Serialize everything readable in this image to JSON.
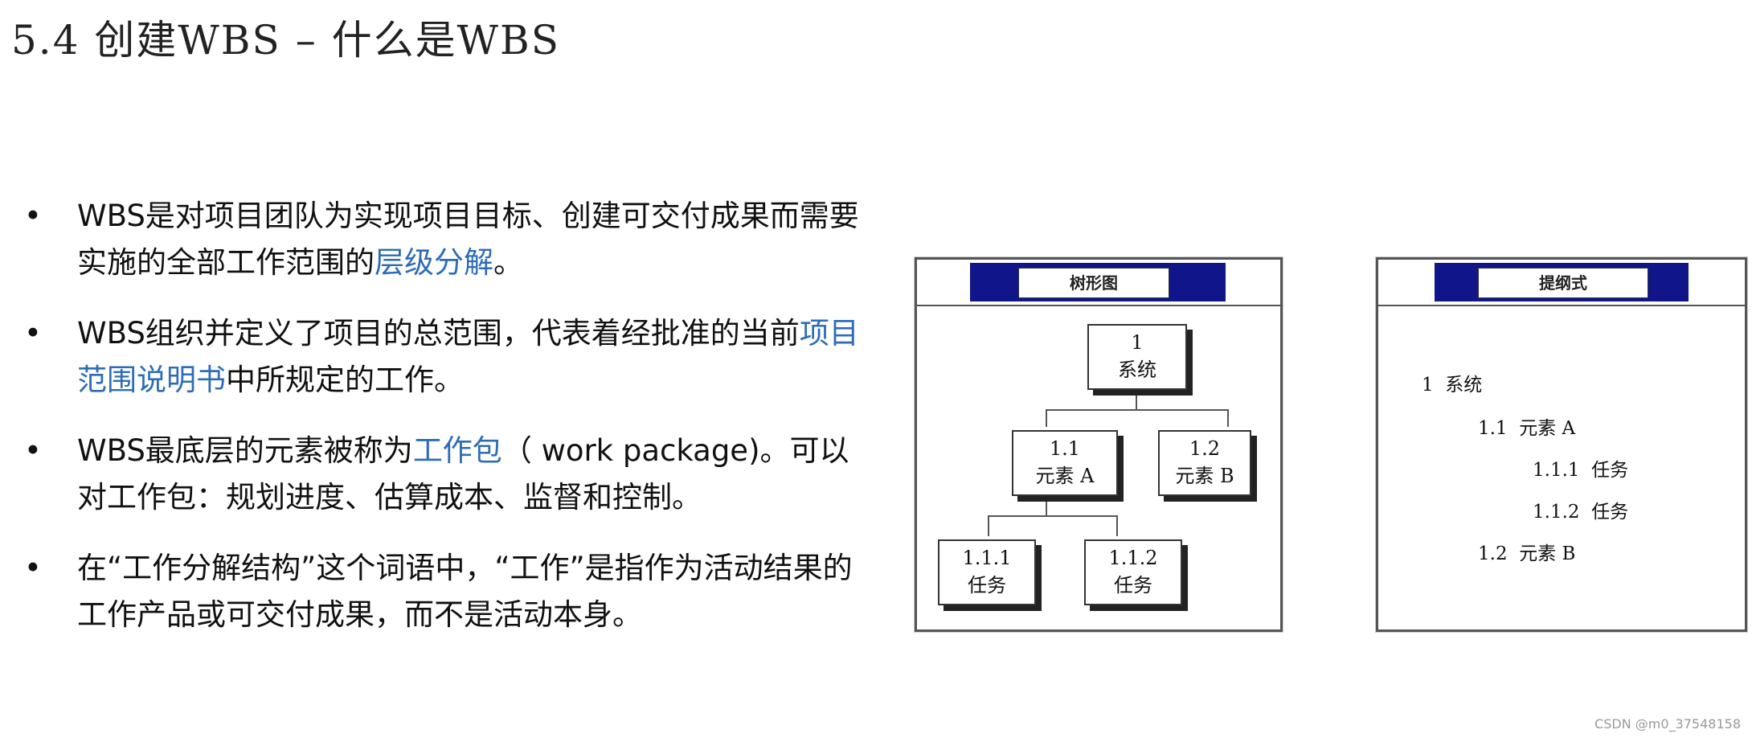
{
  "title": "5.4  创建WBS  –  什么是WBS",
  "bullets": [
    {
      "parts": [
        {
          "text": "WBS是对项目团队为实现项目目标、创建可交付成果而需要实施的全部工作范围的",
          "hl": false
        },
        {
          "text": "层级分解",
          "hl": true
        },
        {
          "text": "。",
          "hl": false
        }
      ]
    },
    {
      "parts": [
        {
          "text": "WBS组织并定义了项目的总范围，代表着经批准的当前",
          "hl": false
        },
        {
          "text": "项目范围说明书",
          "hl": true
        },
        {
          "text": "中所规定的工作。",
          "hl": false
        }
      ]
    },
    {
      "parts": [
        {
          "text": "WBS最底层的元素被称为",
          "hl": false
        },
        {
          "text": "工作包",
          "hl": true
        },
        {
          "text": "（ work  package)。可以对工作包：规划进度、估算成本、监督和控制。",
          "hl": false
        }
      ]
    },
    {
      "parts": [
        {
          "text": "在“工作分解结构”这个词语中，“工作”是指作为活动结果的工作产品或可交付成果，而不是活动本身。",
          "hl": false
        }
      ]
    }
  ],
  "tree_panel": {
    "label": "树形图",
    "root": {
      "num": "1",
      "name": "系统"
    },
    "elem_a": {
      "num": "1.1",
      "name": "元素 A"
    },
    "elem_b": {
      "num": "1.2",
      "name": "元素 B"
    },
    "task_1": {
      "num": "1.1.1",
      "name": "任务"
    },
    "task_2": {
      "num": "1.1.2",
      "name": "任务"
    }
  },
  "outline_panel": {
    "label": "提纲式",
    "lines": [
      "1  系统",
      "1.1  元素 A",
      "1.1.1  任务",
      "1.1.2  任务",
      "1.2  元素 B"
    ]
  },
  "watermark": "CSDN @m0_37548158"
}
